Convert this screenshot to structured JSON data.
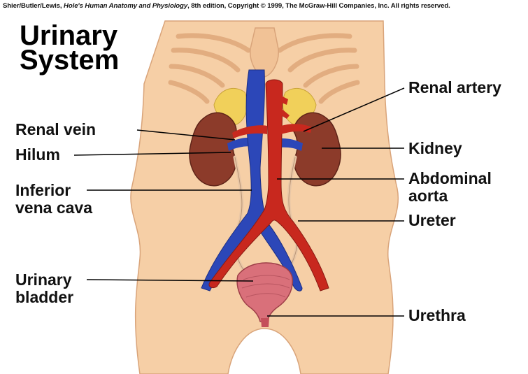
{
  "credit": {
    "authors": "Shier/Butler/Lewis, ",
    "book": "Hole's Human Anatomy and Physiology",
    "rest": ", 8th edition, Copyright © 1999, The McGraw-Hill Companies, Inc.  All rights reserved."
  },
  "title": {
    "line1": "Urinary",
    "line2": "System"
  },
  "labels": {
    "renal_vein": "Renal vein",
    "hilum": "Hilum",
    "ivc_line1": "Inferior",
    "ivc_line2": "vena cava",
    "bladder_line1": "Urinary",
    "bladder_line2": "bladder",
    "renal_artery": "Renal artery",
    "kidney": "Kidney",
    "aorta_line1": "Abdominal",
    "aorta_line2": "aorta",
    "ureter": "Ureter",
    "urethra": "Urethra"
  },
  "colors": {
    "skin": "#f6cfa6",
    "skin_shadow": "#e8b58a",
    "kidney": "#8c3b2a",
    "vein": "#2c47b8",
    "artery": "#c8281e",
    "adrenal": "#f1d05a",
    "bladder": "#d9707a"
  }
}
